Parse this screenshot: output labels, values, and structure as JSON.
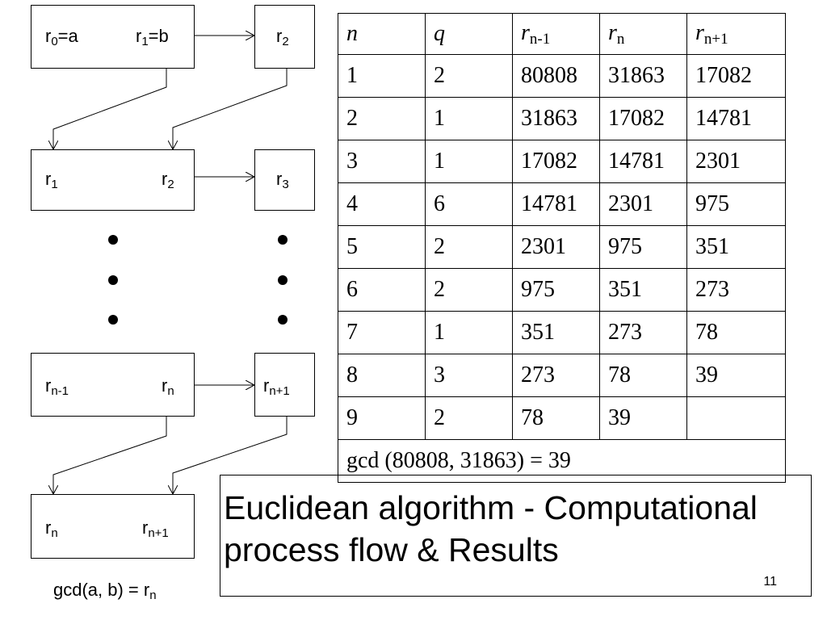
{
  "flow": {
    "row1": {
      "a": "r",
      "a_sub": "0",
      "a_suffix": "=a",
      "b": "r",
      "b_sub": "1",
      "b_suffix": "=b",
      "c": "r",
      "c_sub": "2"
    },
    "row2": {
      "a": "r",
      "a_sub": "1",
      "b": "r",
      "b_sub": "2",
      "c": "r",
      "c_sub": "3"
    },
    "row3": {
      "a": "r",
      "a_sub": "n-1",
      "b": "r",
      "b_sub": "n",
      "c": "r",
      "c_sub": "n+1"
    },
    "row4": {
      "a": "r",
      "a_sub": "n",
      "b": "r",
      "b_sub": "n+1"
    },
    "result": {
      "prefix": "gcd(a, b) = r",
      "sub": "n"
    }
  },
  "table": {
    "headers": [
      {
        "main": "n",
        "sub": ""
      },
      {
        "main": "q",
        "sub": ""
      },
      {
        "main": "r",
        "sub": "n-1"
      },
      {
        "main": "r",
        "sub": "n"
      },
      {
        "main": "r",
        "sub": "n+1"
      }
    ],
    "rows": [
      [
        "1",
        "2",
        "80808",
        "31863",
        "17082"
      ],
      [
        "2",
        "1",
        "31863",
        "17082",
        "14781"
      ],
      [
        "3",
        "1",
        "17082",
        "14781",
        "2301"
      ],
      [
        "4",
        "6",
        "14781",
        "2301",
        "975"
      ],
      [
        "5",
        "2",
        "2301",
        "975",
        "351"
      ],
      [
        "6",
        "2",
        "975",
        "351",
        "273"
      ],
      [
        "7",
        "1",
        "351",
        "273",
        "78"
      ],
      [
        "8",
        "3",
        "273",
        "78",
        "39"
      ],
      [
        "9",
        "2",
        "78",
        "39",
        ""
      ]
    ],
    "footer": "gcd (80808, 31863) = 39"
  },
  "title": {
    "line1": "Euclidean algorithm - Computational",
    "line2": "process flow & Results"
  },
  "page_number": "11"
}
